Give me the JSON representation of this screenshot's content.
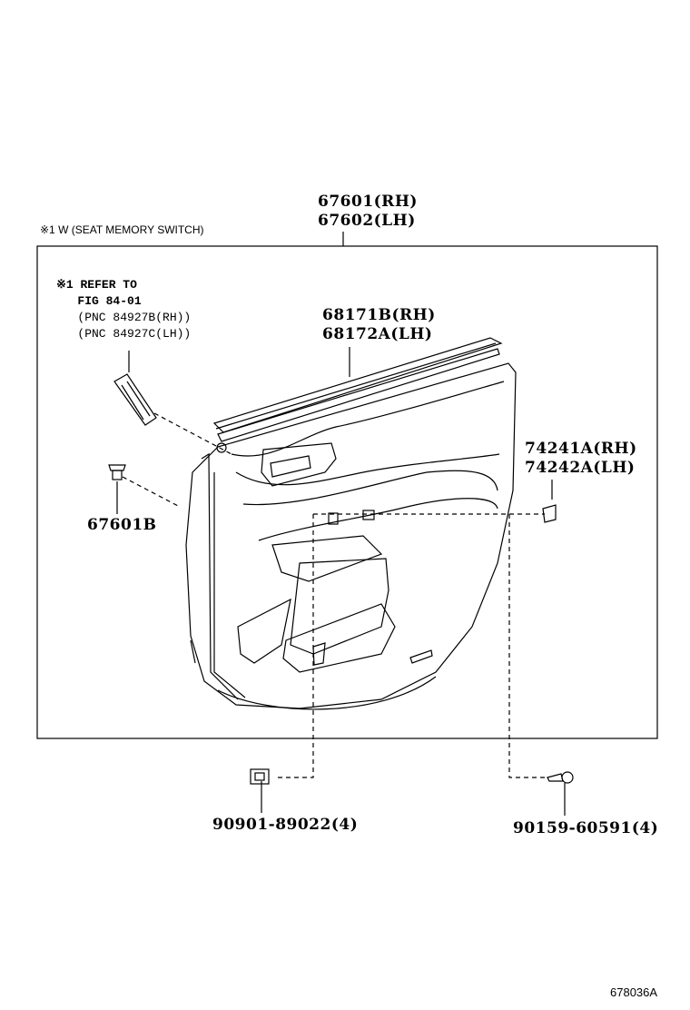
{
  "footnote": "※1 W (SEAT MEMORY SWITCH)",
  "note": {
    "lines": [
      "※1 REFER TO",
      "   FIG 84-01",
      "   (PNC 84927B(RH))",
      "   (PNC 84927C(LH))"
    ]
  },
  "parts": {
    "door_trim": {
      "rh": "67601(RH)",
      "lh": "67602(LH)"
    },
    "weatherstrip": {
      "rh": "68171B(RH)",
      "lh": "68172A(LH)"
    },
    "clip_67601b": "67601B",
    "cover": {
      "rh": "74241A(RH)",
      "lh": "74242A(LH)"
    },
    "clip_90901": "90901-89022(4)",
    "screw_90159": "90159-60591(4)"
  },
  "diagram_id": "678036A"
}
